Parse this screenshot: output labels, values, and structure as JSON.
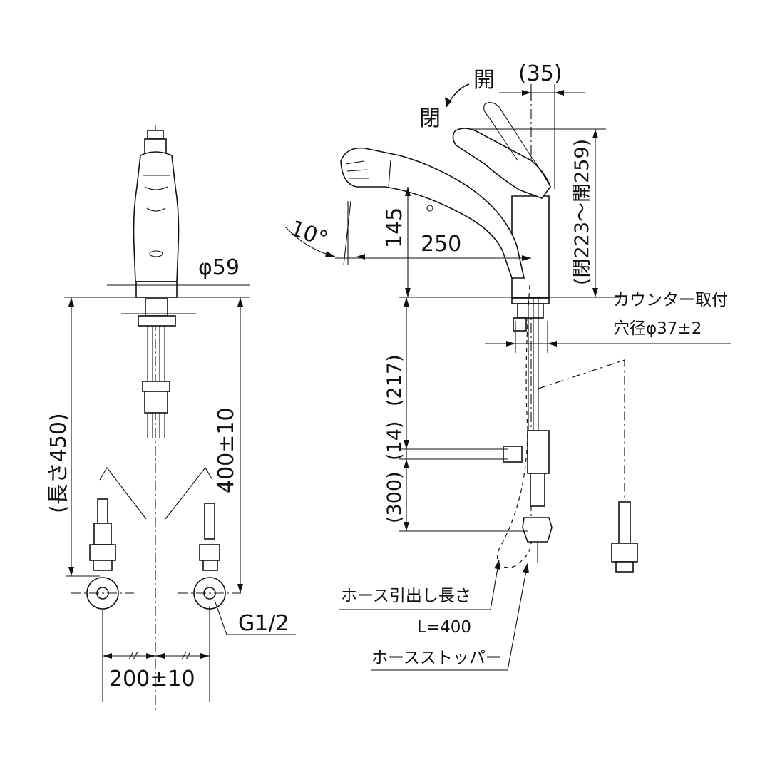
{
  "labels": {
    "open": "開",
    "close": "閉",
    "handle_offset": "(35)",
    "angle": "10°",
    "spout_height": "145",
    "spout_reach": "250",
    "handle_height": "(閉223～開259)",
    "counter_hole_line1": "カウンター取付",
    "counter_hole_line2": "穴径φ37±2",
    "diameter": "φ59",
    "length_450": "(長さ450)",
    "supply_400": "400±10",
    "dim_217": "(217)",
    "dim_14": "(14)",
    "dim_300": "(300)",
    "thread": "G1/2",
    "pitch": "200±10",
    "hose_pull_line1": "ホース引出し長さ",
    "hose_pull_line2": "L=400",
    "hose_stopper": "ホースストッパー"
  }
}
